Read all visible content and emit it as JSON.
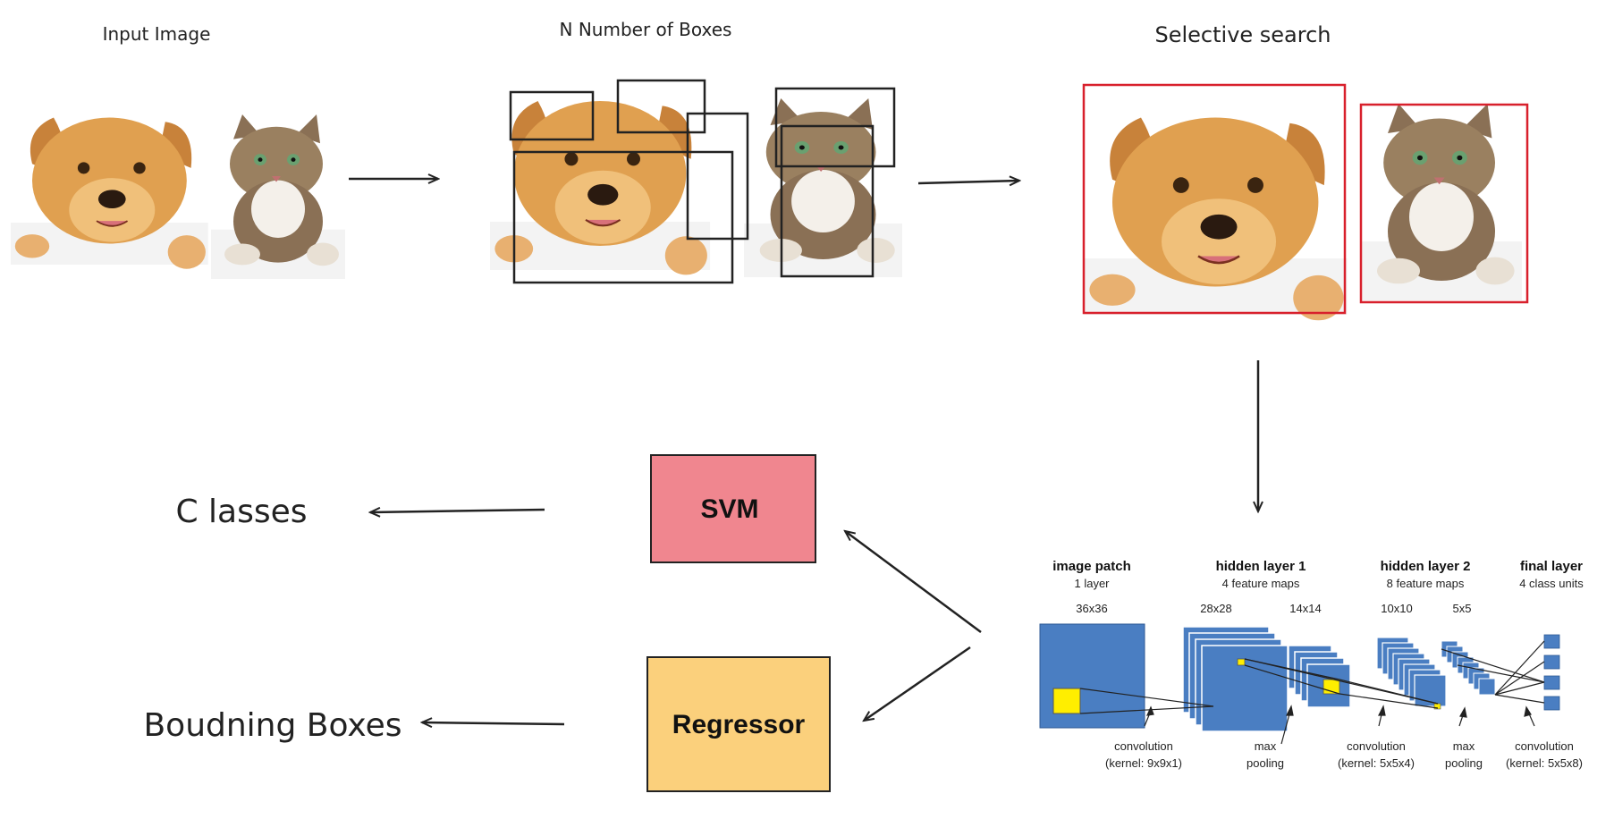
{
  "labels": {
    "input_image": "Input Image",
    "n_boxes": "N Number of Boxes",
    "selective_search": "Selective search",
    "classes": "C lasses",
    "bounding_boxes": "Boudning Boxes"
  },
  "svm": {
    "label": "SVM",
    "color": "#f0868f"
  },
  "regressor": {
    "label": "Regressor",
    "color": "#fbd07c"
  },
  "cnn": {
    "headers": [
      {
        "title": "image patch",
        "sub": "1 layer"
      },
      {
        "title": "hidden layer 1",
        "sub": "4 feature maps"
      },
      {
        "title": "hidden layer 2",
        "sub": "8 feature maps"
      },
      {
        "title": "final layer",
        "sub": "4 class units"
      }
    ],
    "sizes": [
      "36x36",
      "28x28",
      "14x14",
      "10x10",
      "5x5"
    ],
    "ops": [
      {
        "line1": "convolution",
        "line2": "(kernel: 9x9x1)"
      },
      {
        "line1": "max",
        "line2": "pooling"
      },
      {
        "line1": "convolution",
        "line2": "(kernel: 5x5x4)"
      },
      {
        "line1": "max",
        "line2": "pooling"
      },
      {
        "line1": "convolution",
        "line2": "(kernel: 5x5x8)"
      }
    ],
    "map_color": "#4a7ec2",
    "patch_color": "#ffee00"
  },
  "colors": {
    "selection_box": "#d8202c",
    "proposal_box": "#222222"
  }
}
